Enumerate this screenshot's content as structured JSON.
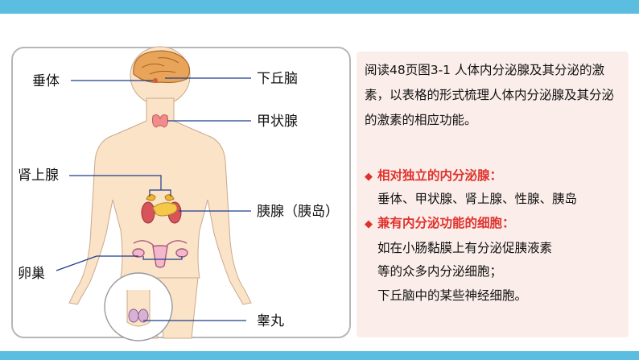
{
  "diagram": {
    "labels": {
      "pituitary": "垂体",
      "hypothalamus": "下丘脑",
      "thyroid": "甲状腺",
      "adrenal": "肾上腺",
      "pancreas": "胰腺（胰岛）",
      "ovary": "卵巢",
      "testis": "睾丸"
    }
  },
  "text_panel": {
    "intro": "阅读48页图3-1  人体内分泌腺及其分泌的激素，以表格的形式梳理人体内分泌腺及其分泌的激素的相应功能。",
    "bullet_symbol": "◆",
    "section1_title": "相对独立的内分泌腺：",
    "section1_items": "垂体、甲状腺、肾上腺、性腺、胰岛",
    "section2_title": "兼有内分泌功能的细胞：",
    "section2_line1": "如在小肠黏膜上有分泌促胰液素",
    "section2_line2": "等的众多内分泌细胞；",
    "section2_line3": "下丘脑中的某些神经细胞。"
  },
  "colors": {
    "frame": "#5bbde0",
    "panel_bg": "#fbeeea",
    "accent_red": "#e0322d",
    "skin": "#fbe3c8",
    "leader_line": "#1e3c8c"
  }
}
